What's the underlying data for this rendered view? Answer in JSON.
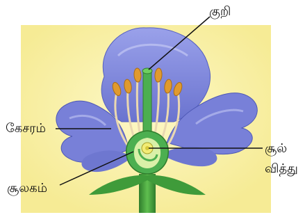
{
  "labels": {
    "stigma": "குறி",
    "stamen": "கேசரம்",
    "ovule_line1": "சூல்",
    "ovule_line2": "வித்து",
    "ovary": "சூலகம்"
  },
  "colors": {
    "background_panel": "#f8f0a6",
    "petal": "#7d86dc",
    "petal_light": "#a9afec",
    "petal_dark": "#4e58b5",
    "pistil_green": "#4caf50",
    "stem_green": "#3f9b3a",
    "anther": "#e09a2e",
    "filament": "#e8d3a8",
    "ovule": "#f2ec76"
  }
}
